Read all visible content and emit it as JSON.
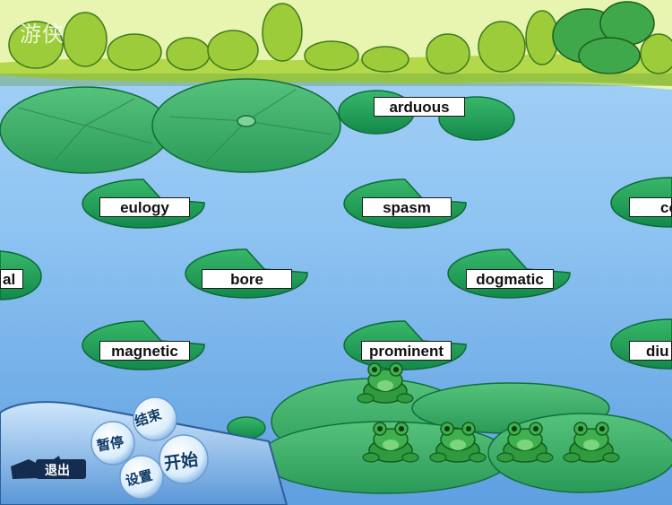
{
  "watermark": {
    "text": "游侠"
  },
  "words": [
    "arduous",
    "eulogy",
    "spasm",
    "co",
    "al",
    "bore",
    "dogmatic",
    "magnetic",
    "prominent",
    "diu"
  ],
  "frogs": {
    "count": 5
  },
  "controls": {
    "exit": "退出",
    "end": "结束",
    "pause": "暂停",
    "start": "开始",
    "settings": "设置"
  }
}
